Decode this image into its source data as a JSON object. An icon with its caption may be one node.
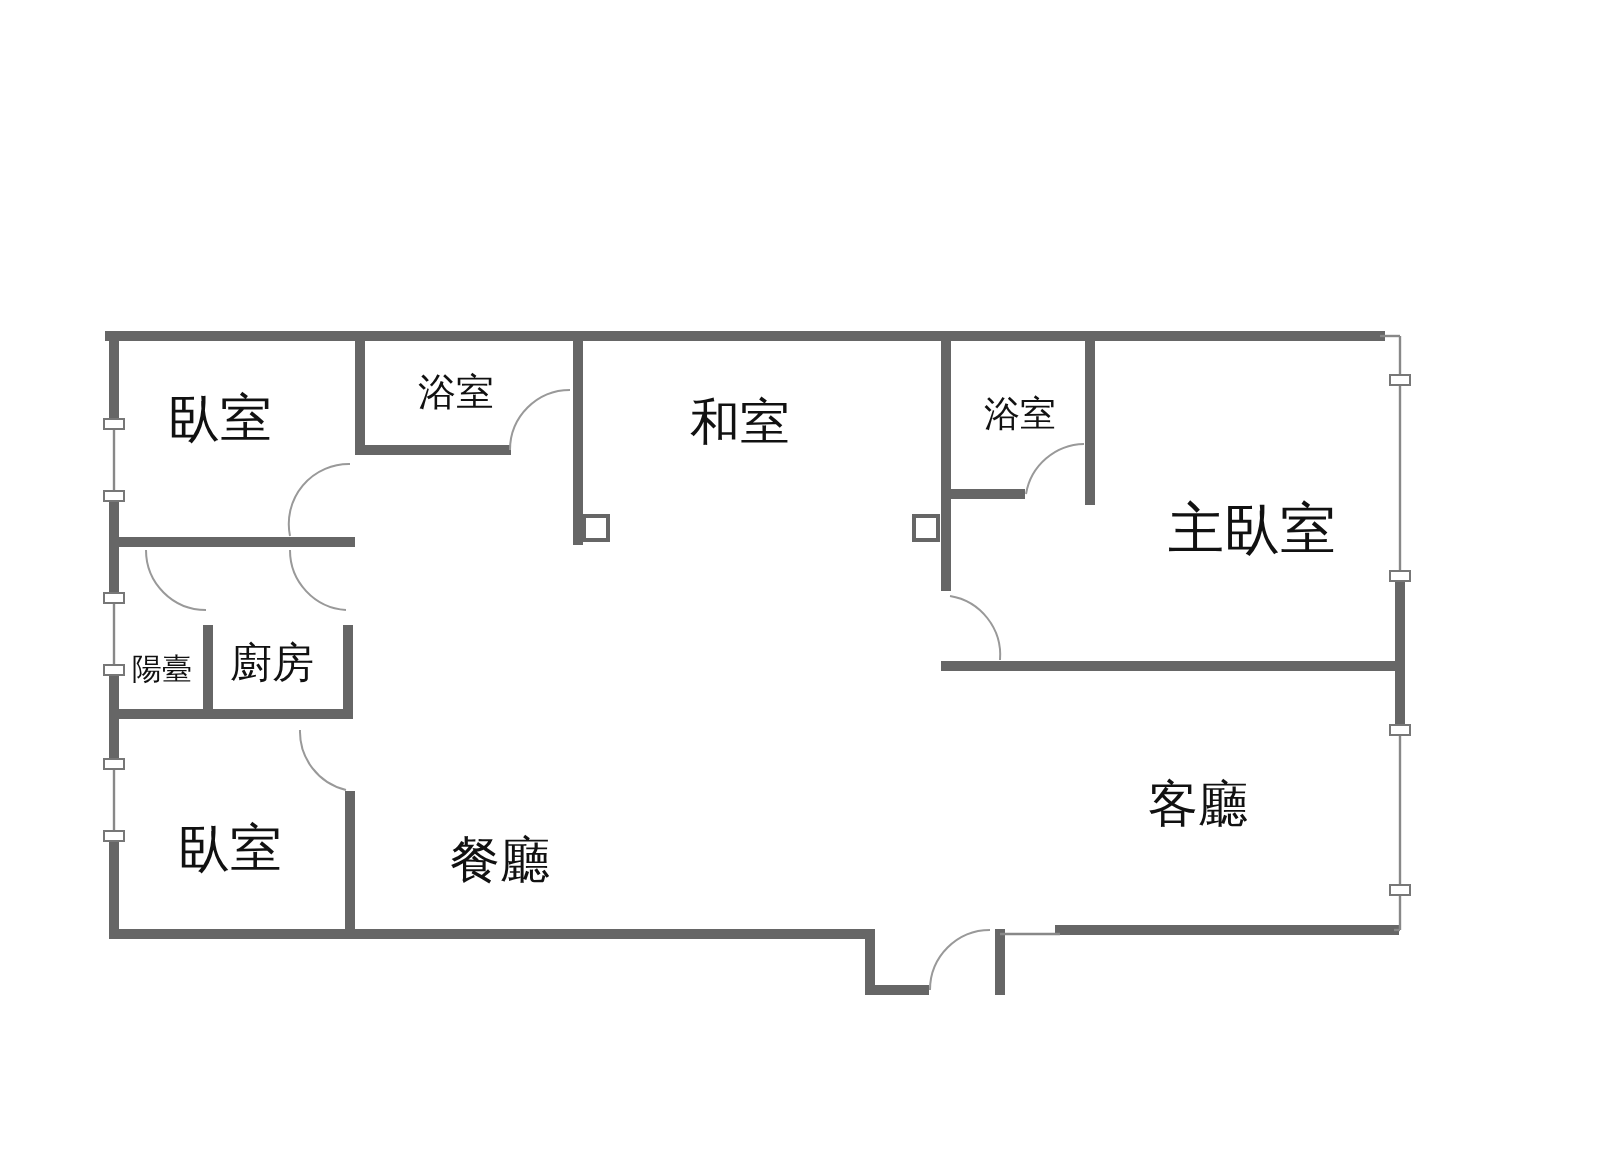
{
  "diagram": {
    "labels": [
      "臥室",
      "浴室",
      "和室",
      "浴室",
      "主臥室",
      "陽臺",
      "廚房",
      "客廳",
      "臥室",
      "餐廳"
    ]
  }
}
